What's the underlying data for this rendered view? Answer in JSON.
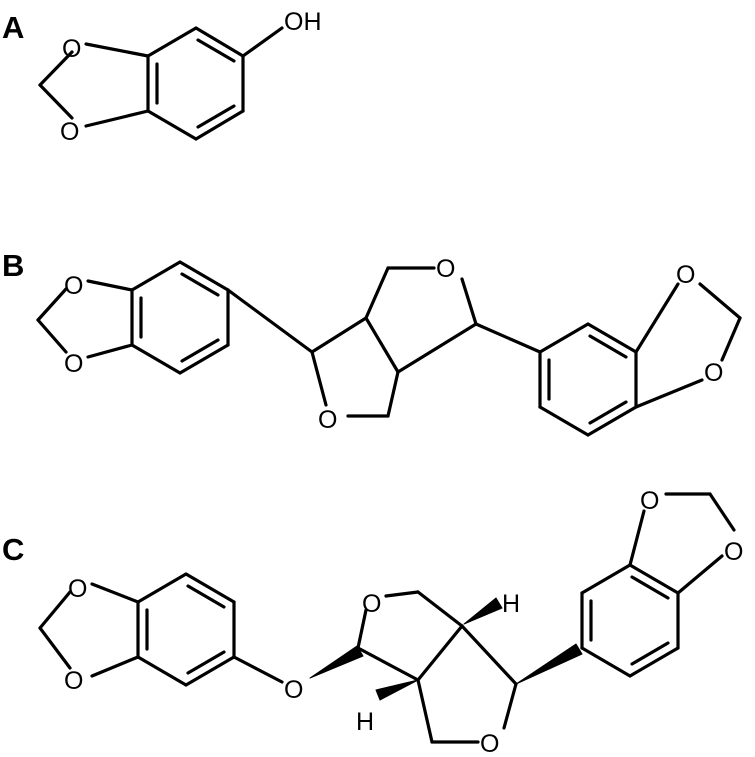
{
  "panels": [
    {
      "label": "A",
      "atoms": [
        {
          "text": "O"
        },
        {
          "text": "O"
        },
        {
          "text": "OH"
        }
      ]
    },
    {
      "label": "B",
      "atoms": [
        {
          "text": "O"
        },
        {
          "text": "O"
        },
        {
          "text": "O"
        },
        {
          "text": "O"
        },
        {
          "text": "O"
        },
        {
          "text": "O"
        }
      ]
    },
    {
      "label": "C",
      "atoms": [
        {
          "text": "O"
        },
        {
          "text": "O"
        },
        {
          "text": "O"
        },
        {
          "text": "O"
        },
        {
          "text": "O"
        },
        {
          "text": "O"
        },
        {
          "text": "O"
        },
        {
          "text": "H"
        },
        {
          "text": "H"
        }
      ]
    }
  ],
  "colors": {
    "ink": "#000000",
    "background": "#ffffff"
  }
}
